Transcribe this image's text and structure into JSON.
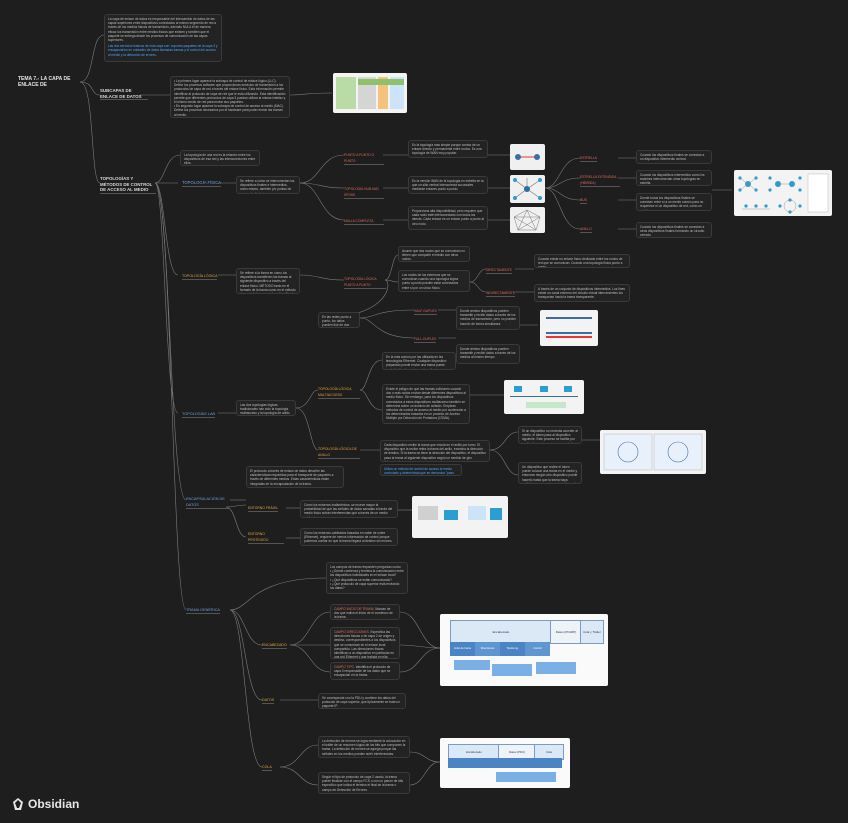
{
  "app": {
    "brand": "Obsidian"
  },
  "root": {
    "title": "TEMA 7.- LA CAPA DE ENLACE DE"
  },
  "intro": {
    "text": "La capa de enlace de datos es responsable del intercambio de datos de las capas superiores entre dispositivos conectados al mismo segmento de red a través de los medios físicos de transmisión, además NULA él de manera eficaz los transmisión entre medios físicos que existen y también que el paquete se entrega desde los procesos de comunicación de las capas superiores.",
    "note": "Las dos servicios básicos de esta capa son: soportar paquetes de la capa 3 y encapsularlos en unidades de datos llamadas tramas y el control del acceso al medio y la detección de errores."
  },
  "subcapas": {
    "label": "SUBCAPAS DE ENLACE DE DATOS",
    "text": "• La primera lugar aparece la subcapa de control de enlace lógico (LLC). Define los procesos software que proporcionan servicios de transmisión a los protocolos de capa de red a través del enlace físico. Esta información permite identificar al protocolo de capa de red que le está utilizando. Esta identificación permite que diferentes protocolos de capa 3 puedan utilizar la misma interfaz y el mismo medio de red para enviar sus paquetes.\n• En segundo lugar aparece la subcapa de control de acceso al medio (MAC). Define los procesos necesarios por el hardware para poder enviar las tramas al medio."
  },
  "topologias": {
    "label": "TOPOLOGÍAS Y MÉTODOS DE CONTROL DE ACCESO AL MEDIO",
    "intro": "La topología de una red es la relación entre los dispositivos de esa red y las interconexiones entre ellos.",
    "fisica": {
      "label": "TOPOLOGÍA FÍSICA",
      "text": "Se refiere a cómo se interconectan los dispositivos finales e intermedios, cómo mismo, también y/o puntos de acceso inalámbricos.",
      "items": [
        {
          "label": "PUNTO A PUNTO O PUNTO",
          "text": "Es la topología más simple porque consta de un enlace directo y permanente entre nodos. Es una topología de WAN muy popular."
        },
        {
          "label": "TOPOLOGÍA HUB AND SPOKE",
          "text": "Es la versión WAN de la topología en estrella en la que un sitio central interconecta sucursales mediante enlaces punto a punto."
        },
        {
          "label": "MALLA COMPLETA",
          "text": "Proporciona alta disponibilidad, pero requiere que cada nodo esté interconectado con todos los demás. Cada enlace es un enlace punto a punto al otro nodo."
        }
      ],
      "lan": [
        {
          "label": "ESTRELLA",
          "text": "Cuando los dispositivos finales se conectan a un dispositivo intermedio central."
        },
        {
          "label": "ESTRELLA EXTENDIDA (HÍBRIDA)",
          "text": "Cuando los dispositivos intermedios como los switches interconectan otras topologías en estrella."
        },
        {
          "label": "BUS",
          "text": "Donde todos los dispositivos finales se conectan entre sí a un medio común para no requerirse ni un dispositivo de red, como un switch."
        },
        {
          "label": "ANILLO",
          "text": "Cuando los dispositivos finales se conectan a otros dispositivos finales formando un circuito cerrado."
        }
      ]
    },
    "logica": {
      "label": "TOPOLOGÍA LÓGICA",
      "text": "Se refiere a la forma en cómo los dispositivos transfieren las tramas al siguiente dispositivo a través del enlace físico. MÉTODO tanto en el formato de la trama como en el método de control de acceso al medio utilizado por el protocolo de la capa de enlace de datos.",
      "p2p": {
        "label": "TOPOLOGÍA LÓGICA PUNTO A PUNTO",
        "text": "Asume que dos nodos que se comunican no tienen que compartir el medio con otros nodos.",
        "text2": "Los nodos de los extremos que se comunican cuando una topología lógica punto a punto pueden estar conectados entre sí por un único físico."
      },
      "directamente": {
        "label": "DIRECTAMENTE",
        "text": "Cuando existe un enlace físico dedicado entre los nodos de red que se comunican. Cuando una topología física punto a punto."
      },
      "indirectamente": {
        "label": "INDIRECTAMENTE",
        "text": "A través de un conjunto de dispositivos intermedios. Los fines existe un canal extremo del circuito virtual intervenientes los transportan hacia la trama transparente."
      },
      "duplex_text": "En las redes punto a punto, los datos pueden fluir de dos maneras:",
      "half": {
        "label": "HALF-DUPLEX",
        "text": "Donde ambos dispositivos pueden transmitir y recibir datos a través de los medios de transmisión, pero no pueden hacerlo de forma simultánea."
      },
      "full": {
        "label": "FULL-DUPLEX",
        "text": "Donde ambos dispositivos pueden transmitir y recibir datos a través de los medios al mismo tiempo."
      }
    },
    "lan": {
      "label": "TOPOLOGÍAS LAN",
      "text": "Las dos topologías lógicas tradicionales han sido la topología multiacceso y la topología de anillo.",
      "multi": {
        "label": "TOPOLOGÍA LÓGICA MULTIACCESO",
        "text": "En la más común por las utilizada en las tecnologías Ethernet. Cualquier dispositivo preparado puede enviar una trama puede enviarlo directamente en el medio sin esperar.",
        "text2": "Existe el peligro de que las tramas colisionen cuando dos o más nodos envían desde diferentes dispositivos al medio físico. Sin embargo, para los dispositivos conectados a estos dispositivos multiacceso también se determina sobre un dominio de colisión. Emplean métodos de control de acceso al medio por contención a los determinados basados en un proceso de Acceso Múltiple por Detección de Portadora (CSMA)."
      },
      "anillo": {
        "label": "TOPOLOGÍA LÓGICA DE ANILLO",
        "text": "Cada dispositivo recibe la trama que circula en el anillo por turno. El dispositivo que la recibe retira la trama del anillo, examina la dirección de destino. Si la trama no tiene la dirección del dispositivo, el dispositivo pasa la trama al siguiente dispositivo según un sentido de giro determinado.",
        "note": "Utiliza un método de control de acceso al medio controlado y determinista que se denomina \"paso de testigo o token\".",
        "side1": "Si un dispositivo no necesita acceder al medio, el token pasa al dispositivo siguiente. Este proceso se facilita por medio de una trama como especial denominada token.",
        "side2": "Un dispositivo que recibe el token puede colocar una trama en el medio y entonces ningún otro dispositivo puede hacerlo hasta que la trama haya recibido y procesado en el destino y el dispositivo libere el token."
      }
    }
  },
  "encap": {
    "label": "ENCAPSULACIÓN DE DATOS",
    "text": "El protocolo a través de enlace de datos describe las características requeridas para el transporte de paquetes a través de diferentes medios. Estas características están integradas en la encapsulación de la trama.",
    "entorno_fragil": {
      "label": "ENTORNO FRÁGIL",
      "text": "Como los entornos inalámbricos, se mueve mayor la probabilidad de que las señales de datos sanadas a través del medio físico sufran interferencias que a través de un medio cableado."
    },
    "entorno_protegido": {
      "label": "ENTORNO PROTEGIDO",
      "text": "Como los entornos cableados basados en cable de cobre (Ethernet), requiere de menos información de control porque podemos confiar en que la trama llegará al destino sin errores."
    }
  },
  "trama": {
    "label": "TRAMA GENÉRICA",
    "questions": "Los campos de trama responden preguntas como:\n• ¿Dónde comienza y termina la comunicación entre los dispositivos individuales en el enlace local?\n• ¿Qué dispositivos se están comunicando?\n• ¿Qué protocolo de capa superior está enviando los datos?",
    "encabezado": {
      "label": "ENCABEZADO",
      "items": [
        {
          "label": "CAMPO INICIO DE TRAMA.",
          "text": "Marcan de dos que indica el inicio de el comienzo de la trama."
        },
        {
          "label": "CAMPO DIRECCIONES.",
          "text": "Especifica las direcciones físicas o de capa 2 de origen y destino, correspondientes a los dispositivos que se comunican en el enlace local compartido. Las direcciones físicas identifican a un dispositivo en particular en una red Ethernet y que trabaja en ella."
        },
        {
          "label": "CAMPO TIPO.",
          "text": "Identifica el protocolo de capa 3 responsable de los datos que se encapsulan en la trama."
        }
      ]
    },
    "datos": {
      "label": "DATOS",
      "text": "Se corresponde con la PDU y contiene los datos del protocolo de capa superior, que típicamente se trata un paquete IP."
    },
    "cola": {
      "label": "COLA",
      "text": "La detección de errores se logra mediante la colocación en el tráiler de un resumen lógico de los bits que componen la trama. La detección de errores se agrega porque las señales en los medios pueden sufrir interferencias.",
      "text2": "Según el tipo de protocolo de capa 2 usado, la trama puede finalizar con el campo FCS o con un patrón de bits específico que indica el término el final de la trama o campo de Detección de Errores."
    }
  },
  "diagram": {
    "frame1": [
      "Encabezado",
      "Datos (IP/ARP)",
      "Cola y Tráiler"
    ],
    "frame1_sub": [
      "Inicio de trama",
      "Direcciones",
      "Tipo/Long.",
      "Control"
    ],
    "frame2": [
      "Encabezado",
      "Datos (PDU)",
      "Cola"
    ]
  },
  "colors": {
    "bg": "#1e1e1e",
    "edge": "#8a8a8a",
    "blue": "#6fa0e0",
    "orange": "#e3a23c",
    "red": "#e06a5a"
  }
}
